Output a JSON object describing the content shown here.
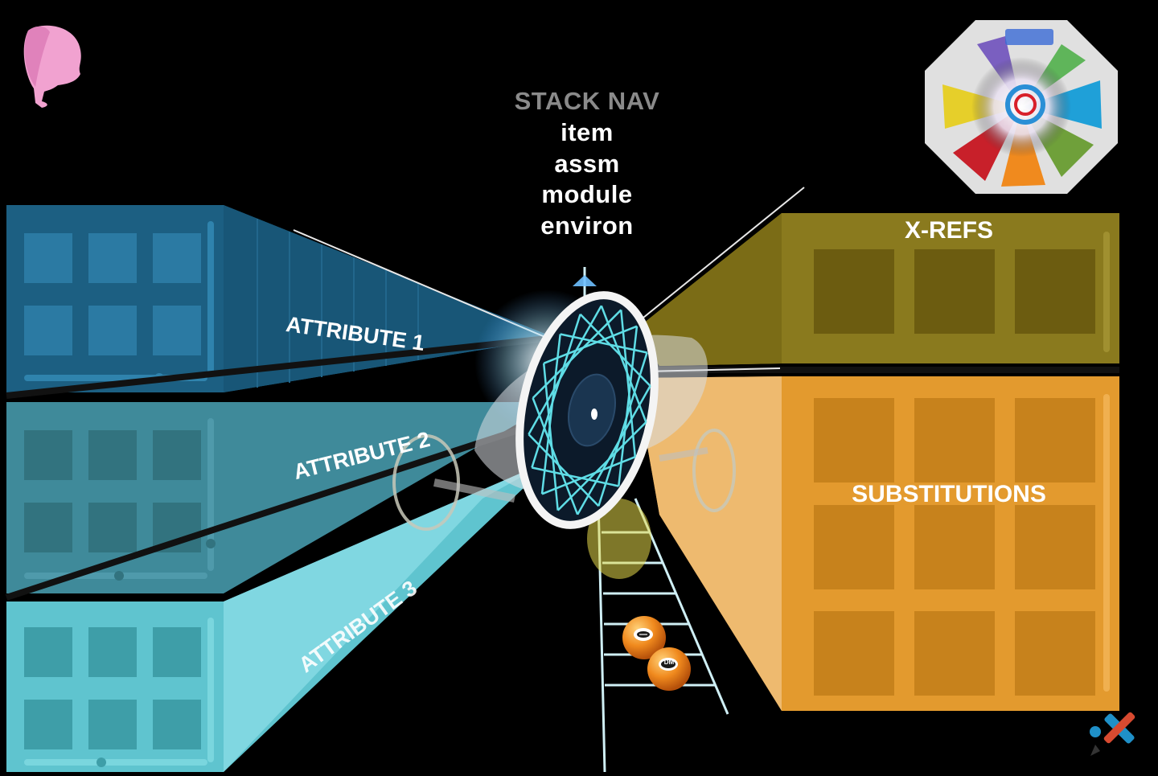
{
  "stack_nav": {
    "title": "STACK NAV",
    "items": [
      "item",
      "assm",
      "module",
      "environ"
    ]
  },
  "panels": {
    "attribute_1": "ATTRIBUTE 1",
    "attribute_2": "ATTRIBUTE 2",
    "attribute_3": "ATTRIBUTE 3",
    "xrefs": "X-REFS",
    "substitutions": "SUBSTITUTIONS"
  },
  "badges": {
    "dm": "DM"
  },
  "icons": {
    "top_left": "head-avatar-icon",
    "top_right": "app-launcher-wheel-icon",
    "bottom_right": "tools-icon",
    "center": "wheel-vehicle-icon"
  },
  "colors": {
    "attr1": "#1c5f82",
    "attr2": "#3f8a9a",
    "attr3": "#5fc4cf",
    "xrefs": "#8a7a1e",
    "subs": "#e39a2e",
    "wheel_spokes": "#5fdde6"
  }
}
